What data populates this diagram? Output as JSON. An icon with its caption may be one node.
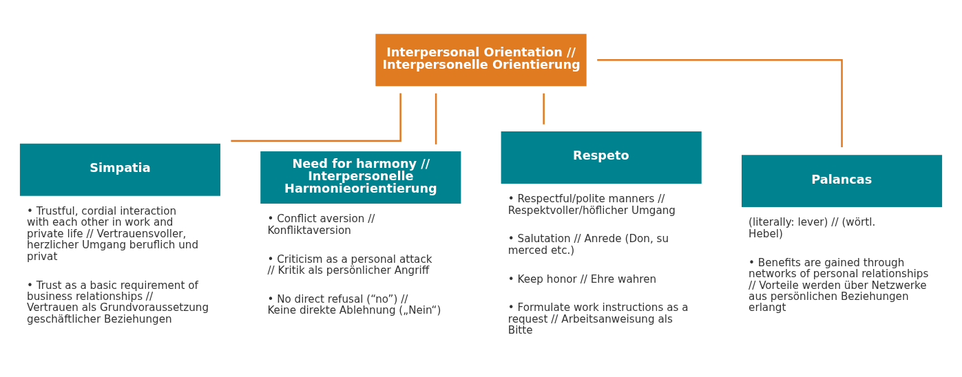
{
  "diagram": {
    "nodes": [
      {
        "text": [
          "Interpersonal Orientation // Interpersonelle Orientierung"
        ]
      },
      {
        "text": [
          "Simpatia"
        ],
        "beside": [
          "• Trustful, cordial interaction with each other in work and private life // Vertrauensvoller, herzlicher Umgang beruflich und privat",
          "• Trust as a basic requirement of business relationships // Vertrauen als Grundvoraussetzung geschäftlicher Beziehungen"
        ]
      },
      {
        "text": [
          "Need for harmony // Interpersonelle Harmonieorientierung"
        ],
        "beside": [
          "• Conflict aversion // Konfliktaversion",
          "• Criticism as a personal attack // Kritik als persönlicher Angriff",
          "• No direct refusal (“no”) // Keine direkte Ablehnung („Nein“)"
        ]
      },
      {
        "text": [
          "Respeto"
        ],
        "beside": [
          "• Respectful/polite manners // Respektvoller/höflicher Umgang",
          "• Salutation // Anrede (Don, su merced etc.)",
          "• Keep honor // Ehre wahren",
          "• Formulate work instructions as a request // Arbeitsanweisung als Bitte"
        ]
      },
      {
        "text": [
          "Palancas"
        ],
        "beside": [
          "(literally: lever) // (wörtl. Hebel)",
          "• Benefits are gained through networks of personal relationships // Vorteile werden über Netzwerke aus persönlichen Beziehungen erlangt"
        ]
      }
    ],
    "edges": [
      {
        "from": 0,
        "to": 1,
        "arrow": "none"
      },
      {
        "from": 0,
        "to": 2,
        "arrow": "none"
      },
      {
        "from": 0,
        "to": 3,
        "arrow": "none"
      },
      {
        "from": 0,
        "to": 4,
        "arrow": "none"
      }
    ]
  }
}
